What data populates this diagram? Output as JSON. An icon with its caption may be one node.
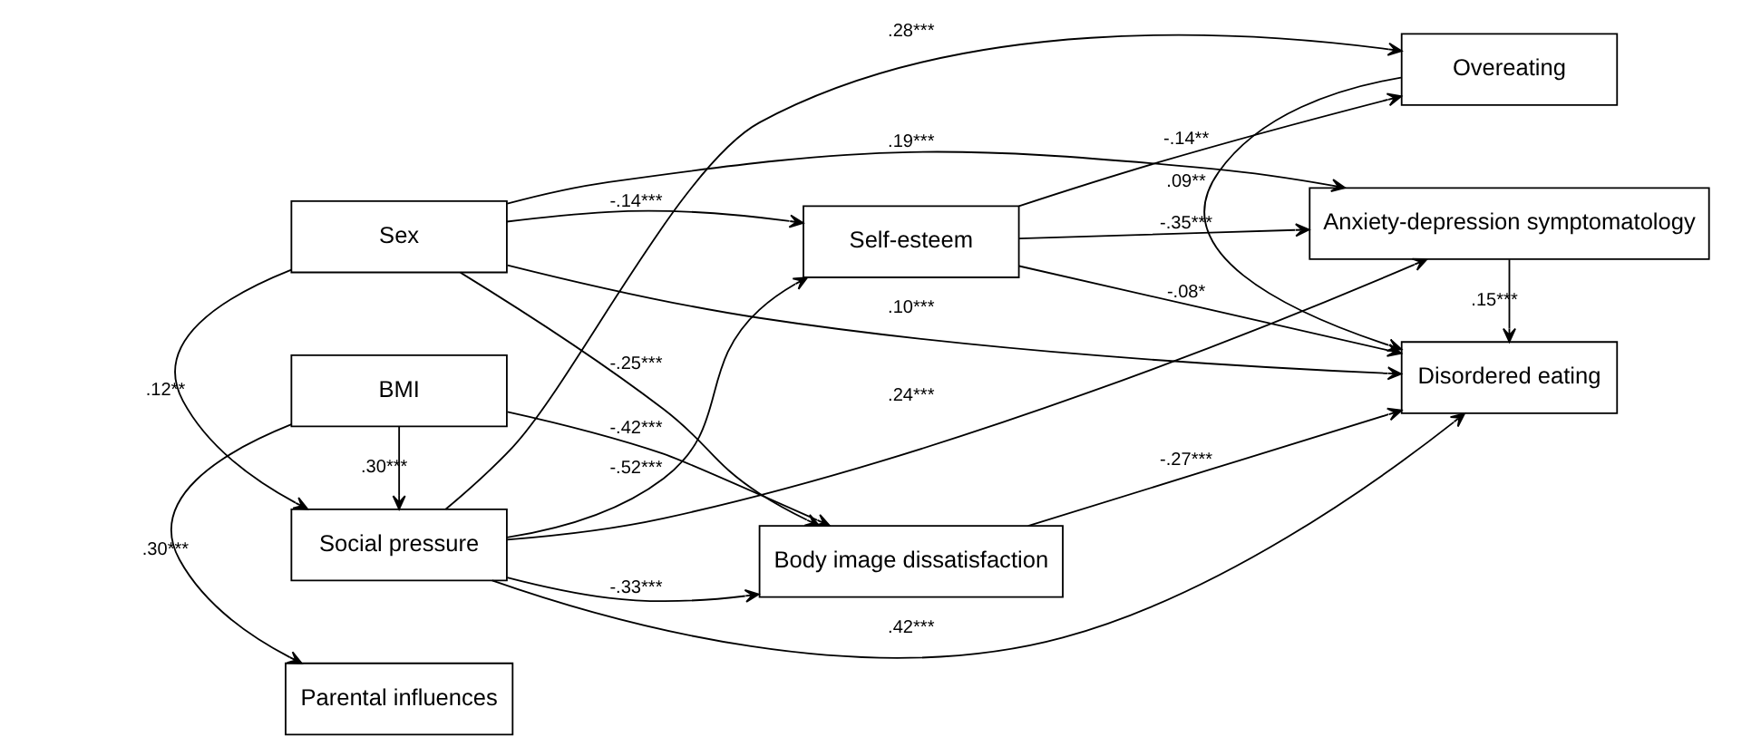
{
  "diagram": {
    "nodes": [
      {
        "text": [
          "Sex"
        ]
      },
      {
        "text": [
          "Overeating"
        ]
      },
      {
        "text": [
          "BMI"
        ]
      },
      {
        "text": [
          "Self-esteem"
        ]
      },
      {
        "text": [
          "Anxiety-depression symptomatology"
        ]
      },
      {
        "text": [
          "Social pressure"
        ]
      },
      {
        "text": [
          "Body image dissatisfaction"
        ]
      },
      {
        "text": [
          "Parental influences"
        ]
      },
      {
        "text": [
          "Disordered eating"
        ]
      }
    ],
    "edges": [
      {
        "from": 0,
        "to": 5,
        "arrow": "to",
        "label": ".12**"
      },
      {
        "from": 2,
        "to": 7,
        "arrow": "to",
        "label": ".30***"
      },
      {
        "from": 2,
        "to": 5,
        "arrow": "to",
        "label": ".30***"
      },
      {
        "from": 0,
        "to": 8,
        "arrow": "to",
        "label": ".10***"
      },
      {
        "from": 0,
        "to": 4,
        "arrow": "to",
        "label": ".19***"
      },
      {
        "from": 0,
        "to": 3,
        "arrow": "to",
        "label": "-.14***"
      },
      {
        "from": 0,
        "to": 6,
        "arrow": "to",
        "label": "-.25***"
      },
      {
        "from": 2,
        "to": 6,
        "arrow": "to",
        "label": "-.42***"
      },
      {
        "from": 5,
        "to": 3,
        "arrow": "to",
        "label": "-.52***"
      },
      {
        "from": 5,
        "to": 1,
        "arrow": "to",
        "label": ".28***"
      },
      {
        "from": 5,
        "to": 4,
        "arrow": "to",
        "label": ".24***"
      },
      {
        "from": 5,
        "to": 6,
        "arrow": "to",
        "label": "-.33***"
      },
      {
        "from": 5,
        "to": 8,
        "arrow": "to",
        "label": ".42***"
      },
      {
        "from": 3,
        "to": 1,
        "arrow": "to",
        "label": "-.14**"
      },
      {
        "from": 3,
        "to": 4,
        "arrow": "to",
        "label": "-.35***"
      },
      {
        "from": 3,
        "to": 8,
        "arrow": "to",
        "label": "-.08*"
      },
      {
        "from": 6,
        "to": 8,
        "arrow": "to",
        "label": "-.27***"
      },
      {
        "from": 4,
        "to": 8,
        "arrow": "to",
        "label": ".15***"
      },
      {
        "from": 1,
        "to": 8,
        "arrow": "to",
        "label": ".09**"
      }
    ]
  }
}
